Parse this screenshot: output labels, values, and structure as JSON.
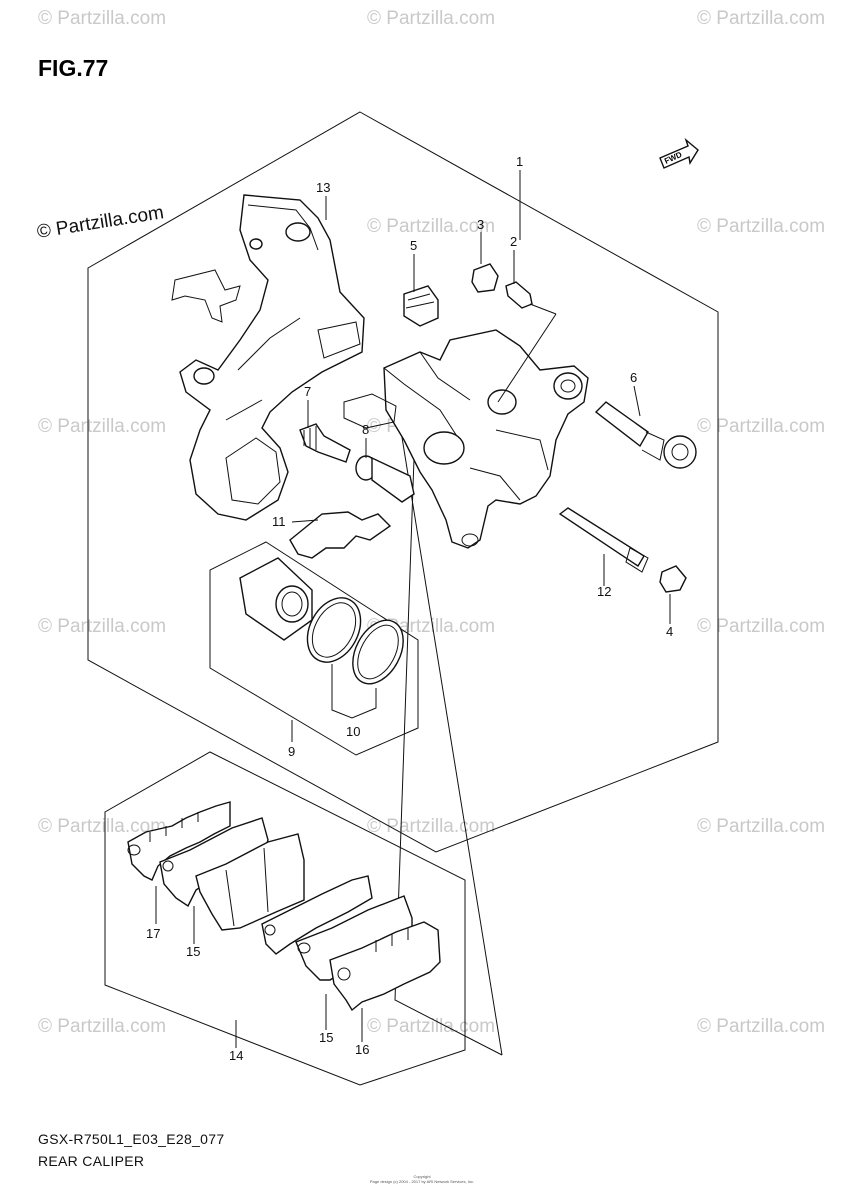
{
  "figure": {
    "title": "FIG.77"
  },
  "copyright_label": "© Partzilla.com",
  "watermark": "© Partzilla.com",
  "fwd_label": "FWD",
  "callouts": [
    "1",
    "2",
    "3",
    "4",
    "5",
    "6",
    "7",
    "8",
    "9",
    "10",
    "11",
    "12",
    "13",
    "14",
    "15",
    "15",
    "16",
    "17"
  ],
  "footer": {
    "model_code": "GSX-R750L1_E03_E28_077",
    "caption": "REAR CALIPER",
    "small_print": [
      "Copyright",
      "Page design (c) 2004 - 2017 by ARI Network Services, Inc."
    ]
  }
}
